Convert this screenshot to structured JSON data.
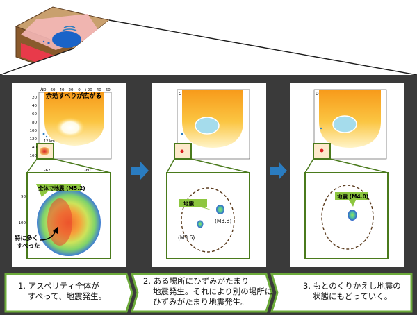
{
  "panels": [
    {
      "letter": "A",
      "title": "余効すべりが広がる",
      "x_ticks": [
        "-80",
        "-60",
        "-40",
        "-20",
        "0",
        "+20",
        "+40",
        "+60"
      ],
      "y_ticks": [
        "20",
        "40",
        "60",
        "80",
        "100",
        "120",
        "140",
        "160"
      ],
      "point_label": "12 km",
      "zoom_x_ticks": [
        "-62",
        "-60"
      ],
      "zoom_y_ticks": [
        "98",
        "100"
      ],
      "callout": "全体で地震 (M5.2)",
      "note_line1": "特に多く",
      "note_line2": "すべった"
    },
    {
      "letter": "C",
      "callout": "地震",
      "eq_label_1": "(M3.8)",
      "eq_label_2": "(M3.6)"
    },
    {
      "letter": "D",
      "callout": "地震 (M4.0)"
    }
  ],
  "captions": [
    {
      "line1": "1. アスペリティ全体が",
      "line2": "すべって、地震発生。"
    },
    {
      "line1": "2. ある場所にひずみがたまり",
      "line2": "地震発生。それにより別の場所に",
      "line3": "ひずみがたまり地震発生。"
    },
    {
      "line1": "3. もとのくりかえし地震の",
      "line2": "状態にもどっていく。"
    }
  ],
  "colors": {
    "background": "#3a3a3a",
    "arrow": "#2a7cc0",
    "chevron": "#6cab3a",
    "callout": "#8dc63f",
    "zoom_frame": "#4a7a1c",
    "slip_orange": "#f7a21b"
  }
}
